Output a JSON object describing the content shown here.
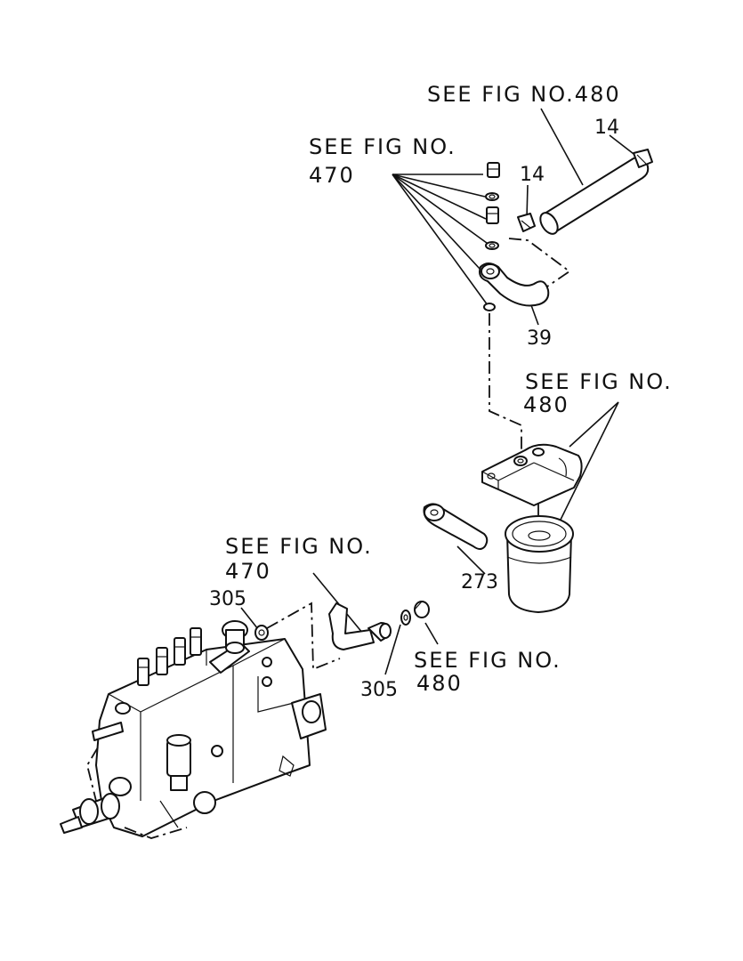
{
  "figure": {
    "callouts": [
      {
        "id": "see-480-top",
        "text": "SEE FIG NO.480"
      },
      {
        "id": "see-470-top-line1",
        "text": "SEE FIG NO."
      },
      {
        "id": "see-470-top-line2",
        "text": "470"
      },
      {
        "id": "see-480-mid-line1",
        "text": "SEE FIG NO."
      },
      {
        "id": "see-480-mid-line2",
        "text": "480"
      },
      {
        "id": "see-470-low-line1",
        "text": "SEE FIG NO."
      },
      {
        "id": "see-470-low-line2",
        "text": "470"
      },
      {
        "id": "see-480-low-line1",
        "text": "SEE FIG NO."
      },
      {
        "id": "see-480-low-line2",
        "text": "480"
      }
    ],
    "part_numbers": {
      "clip_top": "14",
      "clip_mid": "14",
      "pipe": "39",
      "hose": "273",
      "washer_left": "305",
      "washer_right": "305"
    }
  }
}
